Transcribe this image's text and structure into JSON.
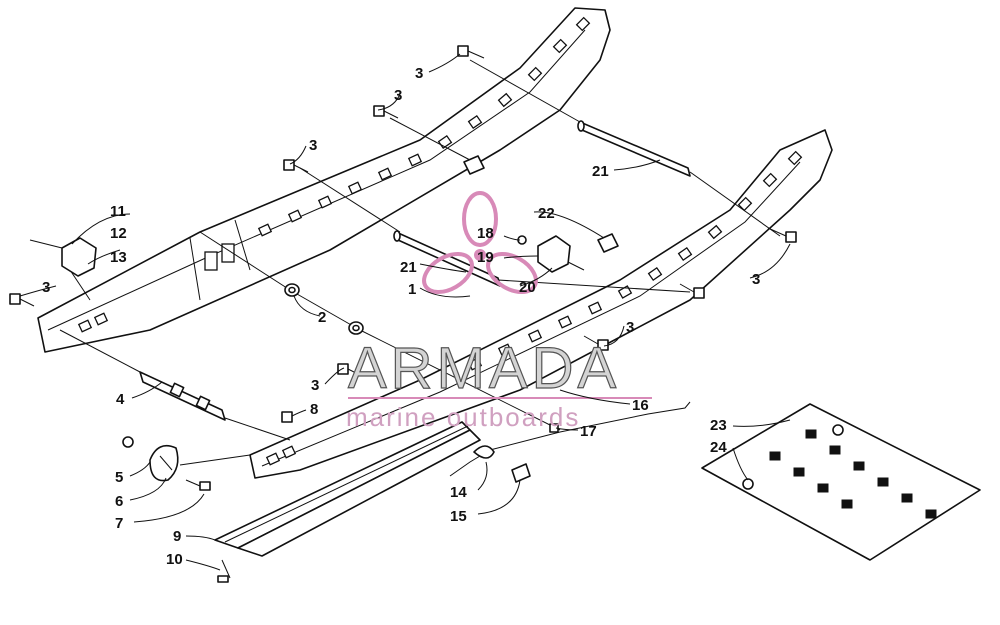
{
  "callouts": [
    {
      "text": "1"
    },
    {
      "text": "2"
    },
    {
      "text": "3"
    },
    {
      "text": "3"
    },
    {
      "text": "3"
    },
    {
      "text": "3"
    },
    {
      "text": "3"
    },
    {
      "text": "3"
    },
    {
      "text": "3"
    },
    {
      "text": "4"
    },
    {
      "text": "5"
    },
    {
      "text": "6"
    },
    {
      "text": "7"
    },
    {
      "text": "8"
    },
    {
      "text": "9"
    },
    {
      "text": "10"
    },
    {
      "text": "11"
    },
    {
      "text": "12"
    },
    {
      "text": "13"
    },
    {
      "text": "14"
    },
    {
      "text": "15"
    },
    {
      "text": "16"
    },
    {
      "text": "17"
    },
    {
      "text": "18"
    },
    {
      "text": "19"
    },
    {
      "text": "20"
    },
    {
      "text": "21"
    },
    {
      "text": "21"
    },
    {
      "text": "22"
    },
    {
      "text": "23"
    },
    {
      "text": "24"
    }
  ],
  "watermark": {
    "title": "ARMADA",
    "subtitle": "marine outboards",
    "accent_color": "#d88ab8",
    "logo_icon": "propeller-logo-icon"
  },
  "colors": {
    "line": "#111111",
    "paper": "#ffffff"
  }
}
